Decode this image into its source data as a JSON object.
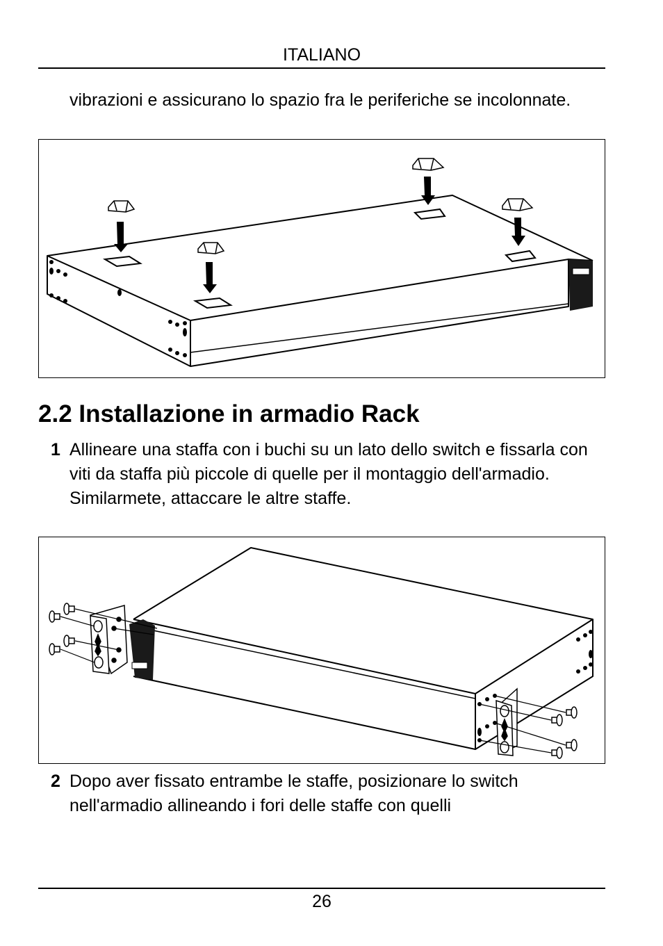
{
  "header": {
    "language": "ITALIANO"
  },
  "intro": {
    "continuation_text": "vibrazioni e assicurano lo spazio fra le periferiche se incolonnate."
  },
  "figures": [
    {
      "id": "rubber-feet",
      "description": "Switch shown upside-down with four rubber feet being placed on the bottom pads, arrows pointing down"
    },
    {
      "id": "rack-brackets",
      "description": "Switch with rack-mounting brackets and screws being attached on both sides"
    }
  ],
  "section": {
    "number": "2.2",
    "title": "2.2 Installazione in armadio Rack"
  },
  "steps": [
    {
      "number": "1",
      "text": "Allineare una staffa con i buchi su un lato dello switch e fissarla con viti da staffa più piccole di quelle per il montaggio dell'armadio. Similarmete, attaccare le altre staffe."
    },
    {
      "number": "2",
      "text": "Dopo aver fissato entrambe le staffe, posizionare lo switch nell'armadio allineando i fori delle staffe con quelli"
    }
  ],
  "footer": {
    "page_number": "26"
  }
}
